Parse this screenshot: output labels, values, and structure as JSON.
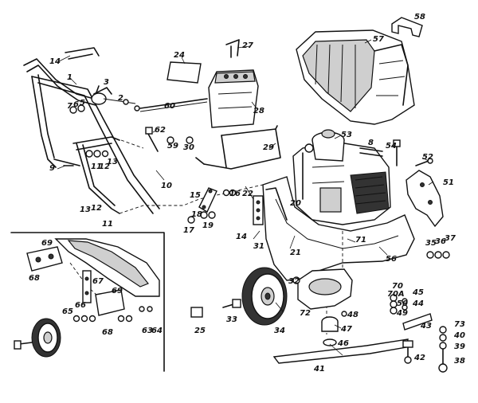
{
  "diagram": {
    "part_labels": [
      "1",
      "5",
      "6",
      "7",
      "9",
      "10",
      "11",
      "12",
      "13",
      "14",
      "15",
      "16",
      "17",
      "18",
      "19",
      "20",
      "21",
      "22",
      "24",
      "25",
      "27",
      "28",
      "29",
      "30",
      "31",
      "32",
      "33",
      "34",
      "35",
      "36",
      "37",
      "38",
      "39",
      "40",
      "41",
      "42",
      "43",
      "44",
      "45",
      "46",
      "47",
      "48",
      "49",
      "50",
      "51",
      "52",
      "53",
      "54",
      "56",
      "57",
      "58",
      "59",
      "60",
      "62",
      "63",
      "64",
      "65",
      "66",
      "67",
      "68",
      "69",
      "70",
      "70A",
      "71",
      "72",
      "73",
      "8",
      "2",
      "3"
    ]
  }
}
